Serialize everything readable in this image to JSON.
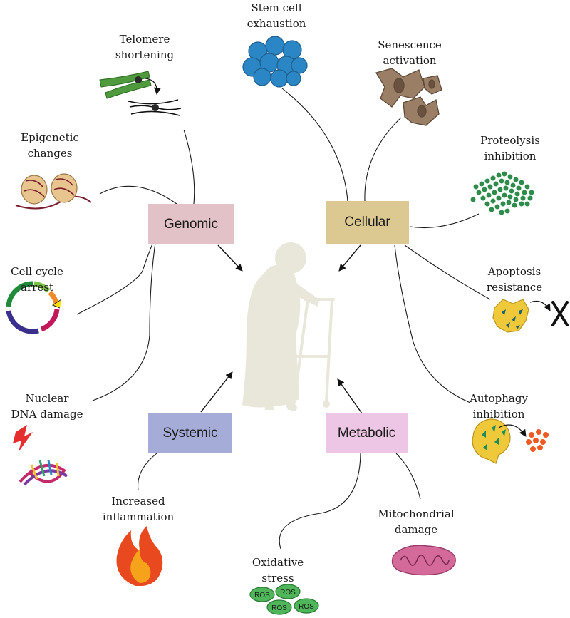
{
  "categories": {
    "genomic": {
      "label": "Genomic",
      "color": "#e2c2c6"
    },
    "cellular": {
      "label": "Cellular",
      "color": "#dcc992"
    },
    "systemic": {
      "label": "Systemic",
      "color": "#a6acd8"
    },
    "metabolic": {
      "label": "Metabolic",
      "color": "#ecc6e4"
    }
  },
  "hallmarks": {
    "stem_cell_exhaustion": "Stem cell\nexhaustion",
    "telomere_shortening": "Telomere\nshortening",
    "senescence_activation": "Senescence\nactivation",
    "epigenetic_changes": "Epigenetic\nchanges",
    "proteolysis_inhibition": "Proteolysis\ninhibition",
    "cell_cycle_arrest": "Cell cycle\narrest",
    "apoptosis_resistance": "Apoptosis\nresistance",
    "nuclear_dna_damage": "Nuclear\nDNA damage",
    "autophagy_inhibition": "Autophagy\ninhibition",
    "increased_inflammation": "Increased\ninflammation",
    "mitochondrial_damage": "Mitochondrial\ndamage",
    "oxidative_stress": "Oxidative\nstress"
  },
  "ros_label": "ROS",
  "colors": {
    "stem_cell": "#2a86c4",
    "chromosome": "#4f9a3c",
    "senescent_cell": "#9b7e66",
    "protein": "#2e8c4a",
    "apoptotic_cell": "#f0c93a",
    "flame": "#ef5a24",
    "mitochondria": "#d46a9a",
    "ros": "#4fb65a",
    "elderly_figure": "#e9e6da"
  }
}
